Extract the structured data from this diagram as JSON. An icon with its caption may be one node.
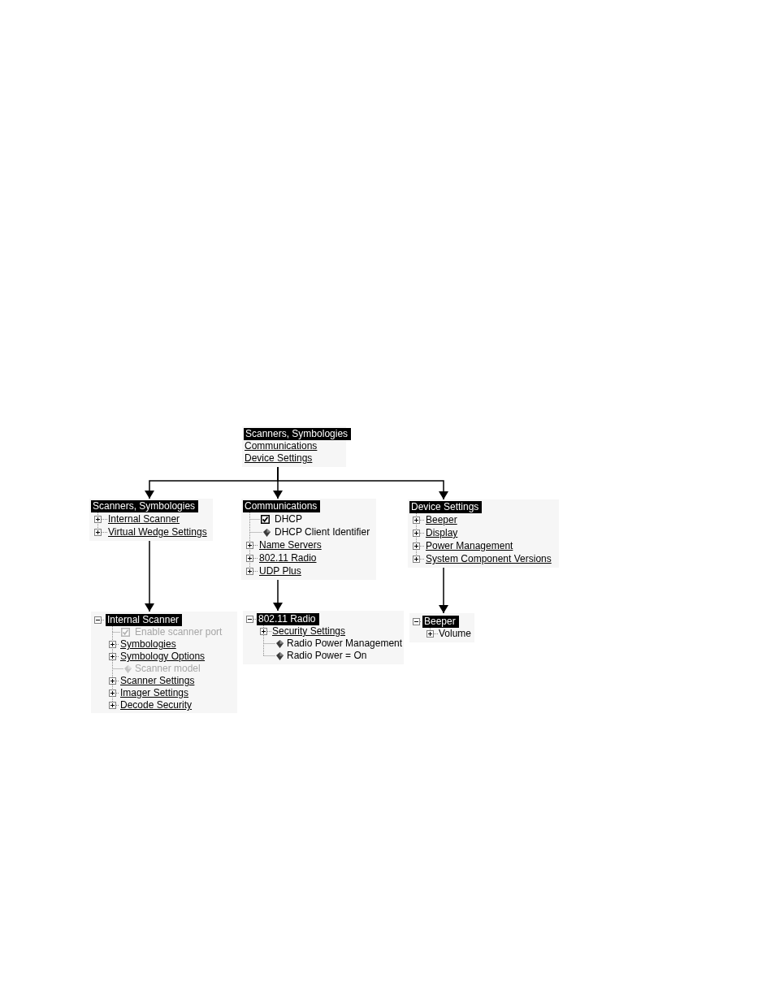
{
  "diagram": {
    "nodes": [
      {
        "text": [
          "Scanners, Symbologies",
          "Communications",
          "Device Settings"
        ]
      },
      {
        "text": [
          "Scanners, Symbologies",
          "Internal Scanner",
          "Virtual Wedge Settings"
        ]
      },
      {
        "text": [
          "Communications",
          "DHCP",
          "DHCP Client Identifier",
          "Name Servers",
          "802.11 Radio",
          "UDP Plus"
        ]
      },
      {
        "text": [
          "Device Settings",
          "Beeper",
          "Display",
          "Power Management",
          "System Component Versions"
        ]
      },
      {
        "text": [
          "Internal Scanner",
          "Enable scanner port",
          "Symbologies",
          "Symbology Options",
          "Scanner model",
          "Scanner Settings",
          "Imager Settings",
          "Decode Security"
        ]
      },
      {
        "text": [
          "802.11 Radio",
          "Security Settings",
          "Radio Power Management",
          "Radio Power = On"
        ]
      },
      {
        "text": [
          "Beeper",
          "Volume"
        ]
      }
    ],
    "edges": [
      {
        "from": 0,
        "to": 1,
        "arrow": "to"
      },
      {
        "from": 0,
        "to": 2,
        "arrow": "to"
      },
      {
        "from": 0,
        "to": 3,
        "arrow": "to"
      },
      {
        "from": 1,
        "to": 4,
        "arrow": "to"
      },
      {
        "from": 2,
        "to": 5,
        "arrow": "to"
      },
      {
        "from": 3,
        "to": 6,
        "arrow": "to"
      }
    ]
  }
}
